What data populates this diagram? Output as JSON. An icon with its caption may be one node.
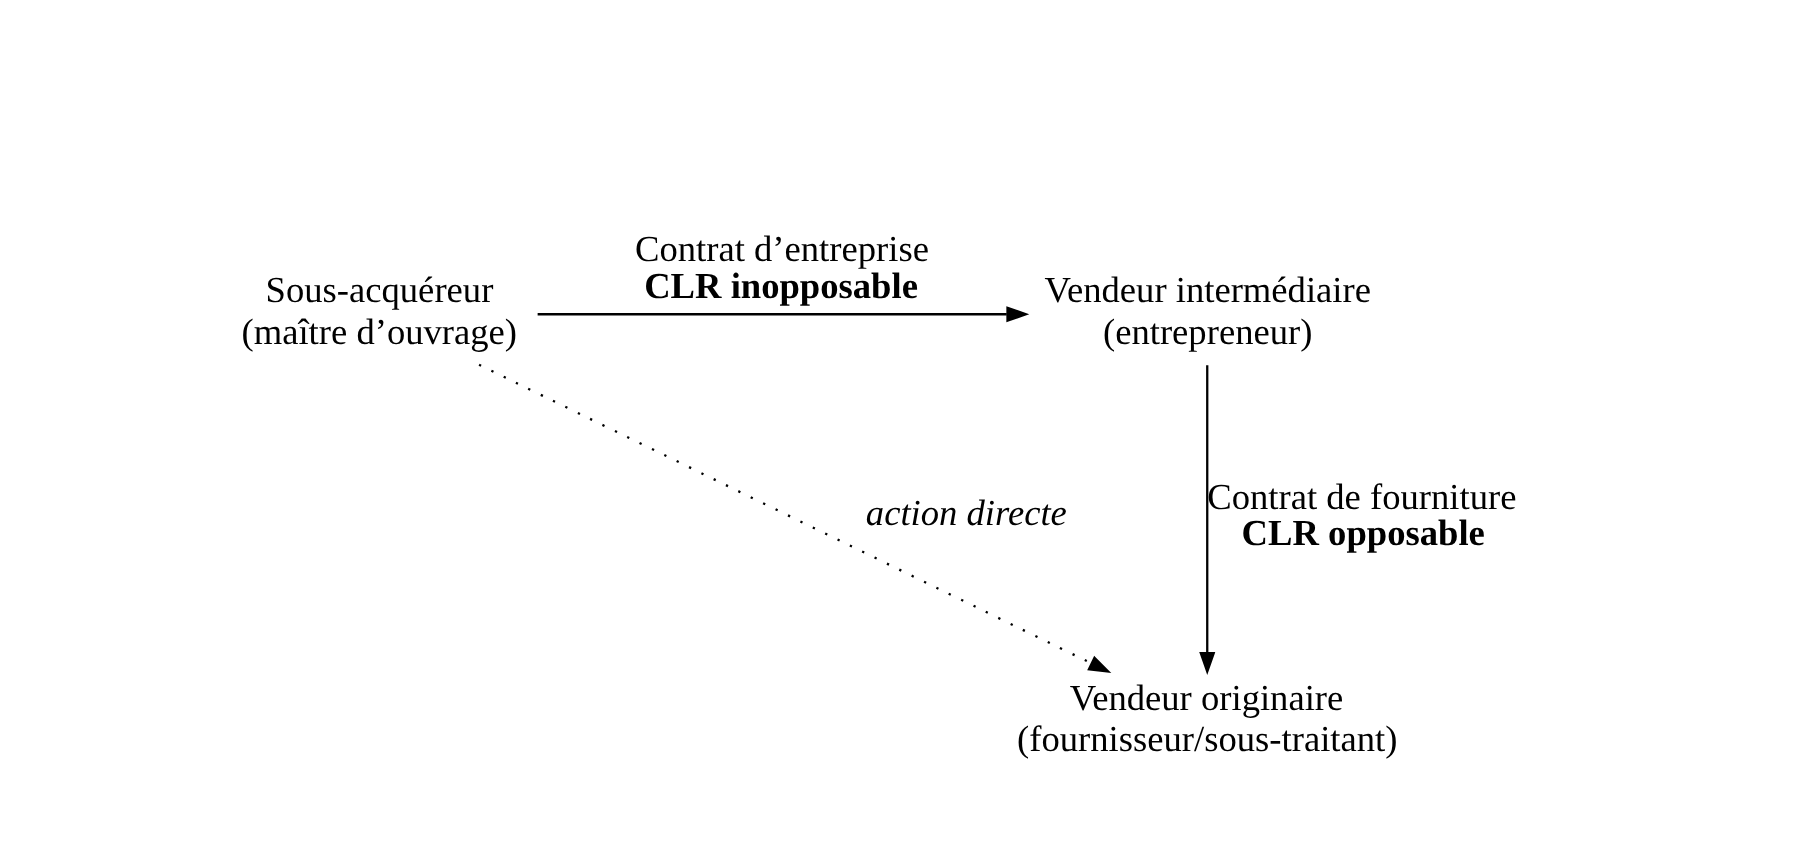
{
  "diagram": {
    "nodes": [
      {
        "text": [
          "Sous-acquéreur",
          "(maître d’ouvrage)"
        ]
      },
      {
        "text": [
          "Vendeur intermédiaire",
          "(entrepreneur)"
        ]
      },
      {
        "text": [
          "Vendeur originaire",
          "(fournisseur/sous-traitant)"
        ]
      }
    ],
    "edges": [
      {
        "from": 0,
        "to": 1,
        "arrow": "to",
        "label": "Contrat d’entreprise **CLR inopposable**"
      },
      {
        "from": 1,
        "to": 2,
        "arrow": "to",
        "label": "Contrat de fourniture **CLR opposable**"
      },
      {
        "from": 0,
        "to": 2,
        "arrow": "to",
        "label": "action directe",
        "style": "dashed"
      }
    ]
  }
}
